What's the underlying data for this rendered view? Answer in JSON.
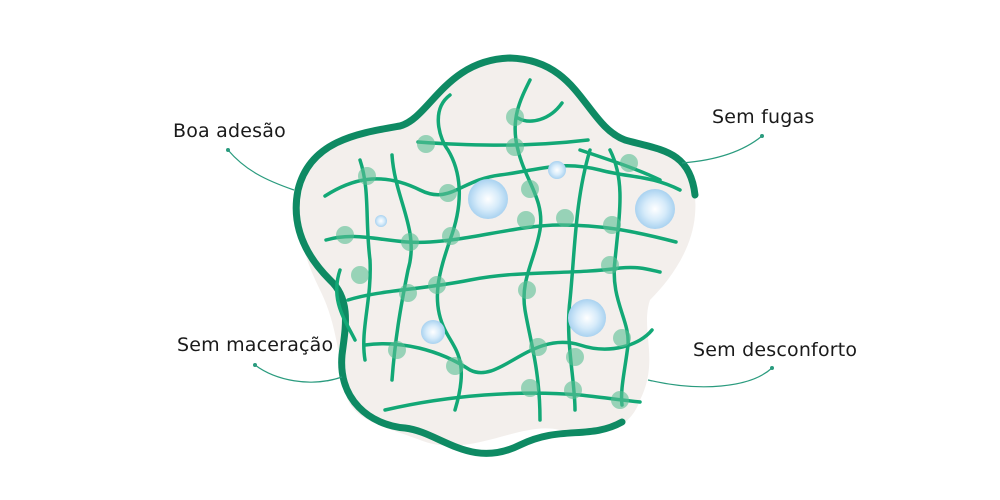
{
  "diagram": {
    "subject": "hydrogel polymer network in a cell-shaped blob",
    "labels": [
      {
        "id": "top-left",
        "text": "Boa adesão"
      },
      {
        "id": "top-right",
        "text": "Sem fugas"
      },
      {
        "id": "bottom-left",
        "text": "Sem maceração"
      },
      {
        "id": "bottom-right",
        "text": "Sem desconforto"
      }
    ],
    "colors": {
      "outline": "#0e8a63",
      "fiber": "#12a876",
      "node": "#5bbf94",
      "fill": "#f3efec",
      "bubble": "#bfdff5",
      "connector": "#2a9b7e",
      "text": "#1a1a1a"
    }
  }
}
